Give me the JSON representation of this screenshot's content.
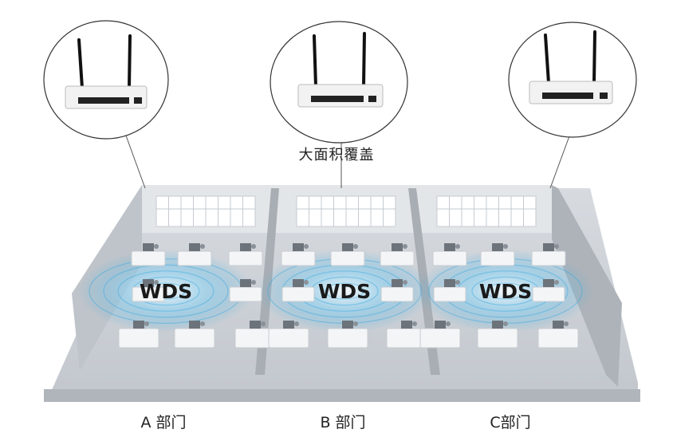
{
  "caption": "大面积覆盖",
  "zone_label": "WDS",
  "departments": [
    {
      "label": "A 部门"
    },
    {
      "label": "B 部门"
    },
    {
      "label": "C部门"
    }
  ],
  "colors": {
    "floor": "#c9ced4",
    "wall": "#b4b9bf",
    "signal": "#36a9e1",
    "router": "#f2f2f2"
  }
}
